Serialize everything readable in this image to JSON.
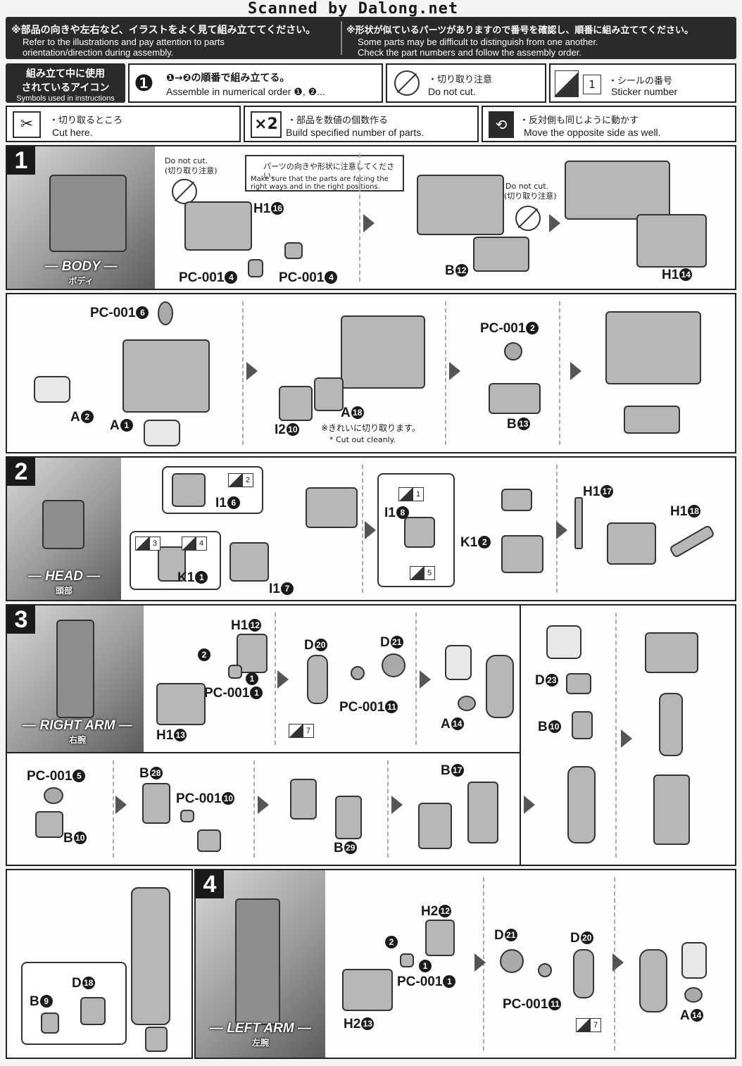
{
  "watermark": "Scanned by Dalong.net",
  "header": {
    "left_jp": "※部品の向きや左右など、イラストをよく見て組み立ててください。",
    "left_en_1": "Refer to the illustrations and pay attention to parts",
    "left_en_2": "orientation/direction during assembly.",
    "right_jp": "※形状が似ているパーツがありますので番号を確認し、順番に組み立ててください。",
    "right_en_1": "Some parts may be difficult to distinguish from one another.",
    "right_en_2": "Check the part numbers and follow the assembly order."
  },
  "legend": {
    "title_jp_1": "組み立て中に使用",
    "title_jp_2": "されているアイコン",
    "title_en": "Symbols used in instructions",
    "order_glyph": "❶",
    "order_jp": "❶→❷の順番で組み立てる。",
    "order_en": "Assemble in numerical order ❶, ❷...",
    "nocut_jp": "・切り取り注意",
    "nocut_en": "Do not cut.",
    "sticker_num": "1",
    "sticker_jp": "・シールの番号",
    "sticker_en": "Sticker number",
    "cut_jp": "・切り取るところ",
    "cut_en": "Cut here.",
    "x2_glyph": "×2",
    "x2_jp": "・部品を数値の個数作る",
    "x2_en": "Build specified number of parts.",
    "opp_jp": "・反対側も同じように動かす",
    "opp_en": "Move the opposite side as well."
  },
  "step1": {
    "num": "1",
    "title": "— BODY —",
    "title_jp": "ボディ",
    "nocut1_en": "Do not cut.",
    "nocut1_jp": "(切り取り注意)",
    "note_jp": "パーツの向きや形状に注意してください。",
    "note_en_1": "Make sure that the parts are facing the",
    "note_en_2": "right ways and in the right positions.",
    "nocut2_en": "Do not cut.",
    "nocut2_jp": "(切り取り注意)",
    "p_h1": "H1",
    "n_16": "16",
    "p_pc": "PC-001",
    "n_4": "4",
    "p_b": "B",
    "n_12": "12",
    "n_14": "14",
    "n_6": "6",
    "p_a": "A",
    "n_2": "2",
    "n_1": "1",
    "p_i2": "I2",
    "n_10": "10",
    "n_18": "18",
    "cut_note_jp": "※きれいに切り取ります。",
    "cut_note_en": "* Cut out cleanly.",
    "n_13": "13"
  },
  "step2": {
    "num": "2",
    "title": "— HEAD —",
    "title_jp": "頭部",
    "p_i1": "I1",
    "n_6": "6",
    "n_7": "7",
    "n_8": "8",
    "p_k1": "K1",
    "n_1": "1",
    "n_2": "2",
    "p_h1": "H1",
    "n_17": "17",
    "n_18": "18",
    "s2": "2",
    "s3": "3",
    "s4": "4",
    "s1": "1",
    "s5": "5"
  },
  "step3": {
    "num": "3",
    "title": "— RIGHT ARM —",
    "title_jp": "右腕",
    "p_h1": "H1",
    "n_12": "12",
    "n_13": "13",
    "p_pc": "PC-001",
    "n_1": "1",
    "p_d": "D",
    "n_20": "20",
    "n_21": "21",
    "n_11": "11",
    "p_a": "A",
    "n_14": "14",
    "n_23": "23",
    "p_b": "B",
    "n_10": "10",
    "s7": "7",
    "n_5": "5",
    "n_28": "28",
    "n_29": "29",
    "n_17": "17",
    "n_9": "9",
    "n_18": "18",
    "o1": "1",
    "o2": "2"
  },
  "step4": {
    "num": "4",
    "title": "— LEFT ARM —",
    "title_jp": "左腕",
    "p_h2": "H2",
    "n_12": "12",
    "n_13": "13",
    "p_pc": "PC-001",
    "n_1": "1",
    "p_d": "D",
    "n_21": "21",
    "n_20": "20",
    "n_11": "11",
    "p_a": "A",
    "n_14": "14",
    "s7": "7",
    "o1": "1",
    "o2": "2"
  }
}
